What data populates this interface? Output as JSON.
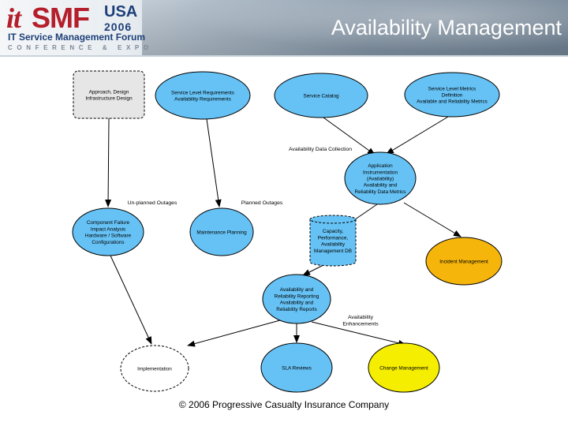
{
  "header": {
    "logo_it": "it",
    "logo_smf": "SMF",
    "logo_usa": "USA",
    "logo_year": "2006",
    "logo_sub": "IT Service Management Forum",
    "logo_conf": "CONFERENCE & EXPO",
    "title": "Availability Management"
  },
  "footer": "© 2006 Progressive Casualty Insurance Company",
  "colors": {
    "blue_node": "#66c2f5",
    "grey_node": "#e6e6e6",
    "orange_node": "#f5b50a",
    "yellow_node": "#f5ee00",
    "white_node": "#ffffff"
  },
  "nodes": [
    {
      "id": "approach",
      "lines": [
        "Approach, Design",
        "Infrastructure Design"
      ],
      "style": "grey"
    },
    {
      "id": "slr",
      "lines": [
        "Service Level Requirements",
        "Availability Requirements"
      ],
      "style": "blue"
    },
    {
      "id": "catalog",
      "lines": [
        "Service Catalog"
      ],
      "style": "blue"
    },
    {
      "id": "slm",
      "lines": [
        "Service Level Metrics",
        "Definition",
        "Available and Reliability Metrics"
      ],
      "style": "blue"
    },
    {
      "id": "appinst",
      "lines": [
        "Application",
        "Instrumentation",
        "(Availability)",
        "Availability and",
        "Reliability Data Metrics"
      ],
      "style": "blue"
    },
    {
      "id": "cfia",
      "lines": [
        "Component Failure",
        "Impact Analysis",
        "Hardware / Software",
        "Configurations"
      ],
      "style": "blue"
    },
    {
      "id": "maint",
      "lines": [
        "Maintenance Planning"
      ],
      "style": "blue"
    },
    {
      "id": "capacity",
      "lines": [
        "Capacity,",
        "Performance,",
        "Availability",
        "Management DB"
      ],
      "style": "dashblue"
    },
    {
      "id": "incident",
      "lines": [
        "Incident Management"
      ],
      "style": "orange"
    },
    {
      "id": "reporting",
      "lines": [
        "Availability and",
        "Reliability Reporting",
        "Availability and",
        "Reliability Reports"
      ],
      "style": "blue"
    },
    {
      "id": "impl",
      "lines": [
        "Implementation"
      ],
      "style": "white"
    },
    {
      "id": "sla",
      "lines": [
        "SLA Reviews"
      ],
      "style": "blue"
    },
    {
      "id": "change",
      "lines": [
        "Change Management"
      ],
      "style": "yellow"
    }
  ],
  "labels": [
    {
      "id": "adc",
      "lines": [
        "Availability Data Collection"
      ]
    },
    {
      "id": "unplanned",
      "lines": [
        "Un-planned Outages"
      ]
    },
    {
      "id": "planned",
      "lines": [
        "Planned Outages"
      ]
    },
    {
      "id": "enh",
      "lines": [
        "Availability",
        "Enhancements"
      ]
    }
  ],
  "edges": [
    {
      "from": "approach",
      "to": "cfia"
    },
    {
      "from": "slr",
      "to": "maint"
    },
    {
      "from": "catalog",
      "to": "appinst"
    },
    {
      "from": "slm",
      "to": "appinst"
    },
    {
      "from": "appinst",
      "to": "capacity"
    },
    {
      "from": "appinst",
      "to": "incident"
    },
    {
      "from": "capacity",
      "to": "reporting"
    },
    {
      "from": "cfia",
      "to": "impl"
    },
    {
      "from": "reporting",
      "to": "impl"
    },
    {
      "from": "reporting",
      "to": "sla"
    },
    {
      "from": "reporting",
      "to": "change"
    }
  ]
}
